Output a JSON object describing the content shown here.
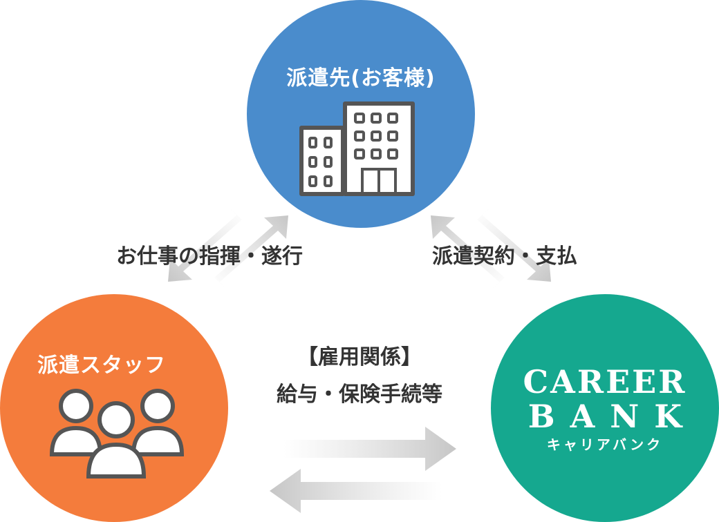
{
  "client": {
    "title": "派遣先(お客様)",
    "icon": "office-building-icon",
    "color": "#4a8ccc"
  },
  "staff": {
    "title": "派遣スタッフ",
    "icon": "people-group-icon",
    "color": "#f47c3c"
  },
  "bank": {
    "line1": "CAREER",
    "line2": "BANK",
    "line3": "キャリアバンク",
    "color": "#15a88f"
  },
  "relations": {
    "client_staff": "お仕事の指揮・遂行",
    "client_bank": "派遣契約・支払",
    "staff_bank_title": "【雇用関係】",
    "staff_bank_detail": "給与・保険手続等"
  }
}
